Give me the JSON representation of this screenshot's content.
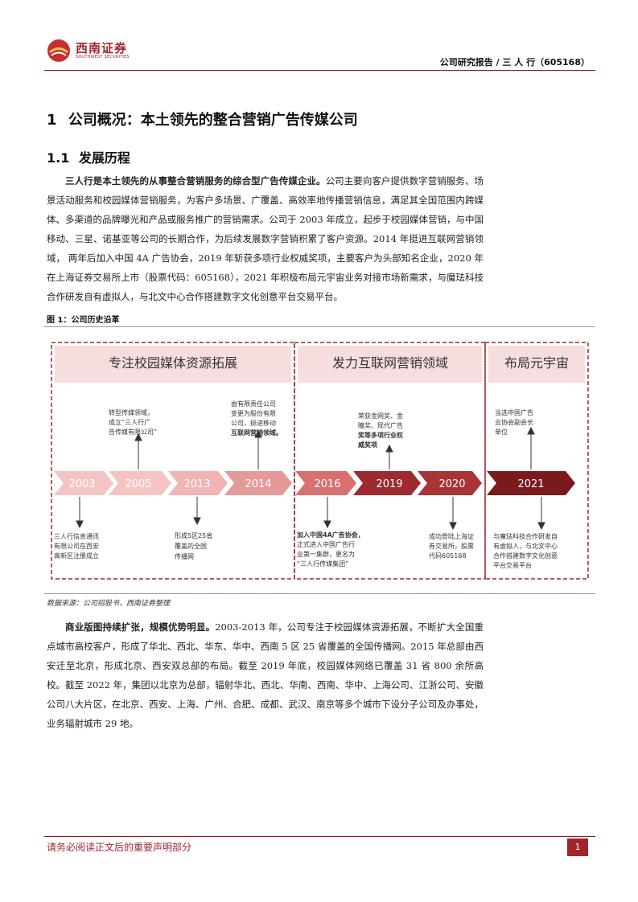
{
  "header": {
    "logo_cn": "西南证券",
    "logo_en": "SOUTHWEST SECURITIES",
    "report_title": "公司研究报告 / 三 人 行（605168）"
  },
  "section": {
    "number": "1",
    "title": "公司概况：本土领先的整合营销广告传媒公司"
  },
  "subsection": {
    "number": "1.1",
    "title": "发展历程"
  },
  "para1": {
    "bold": "三人行是本土领先的从事整合营销服务的综合型广告传媒企业。",
    "text": "公司主要向客户提供数字营销服务、场景活动服务和校园媒体营销服务，为客户多场景、广覆盖、高效率地传播营销信息，满足其全国范围内跨媒体、多渠道的品牌曝光和产品或服务推广的营销需求。公司于 2003 年成立，起步于校园媒体营销，与中国移动、三星、诺基亚等公司的长期合作，为后续发展数字营销积累了客户资源。2014 年挺进互联网营销领域， 两年后加入中国 4A 广告协会，2019 年斩获多项行业权威奖项，主要客户为头部知名企业，2020 年在上海证券交易所上市（股票代码：605168），2021 年积极布局元宇宙业务对接市场新需求，与魔珐科技合作研发自有虚拟人，与北文中心合作搭建数字文化创意平台交易平台。"
  },
  "figure": {
    "title": "图 1：公司历史沿革",
    "source": "数据来源：公司招股书，西南证券整理",
    "phases": [
      "专注校园媒体资源拓展",
      "发力互联网营销领域",
      "布局元宇宙"
    ],
    "years": [
      "2003",
      "2005",
      "2013",
      "2014",
      "2016",
      "2019",
      "2020",
      "2021"
    ],
    "above": {
      "y2005": [
        "转型传媒领域，",
        "成立“三人行广",
        "告传媒有限公司”"
      ],
      "y2014": [
        "由有限责任公司",
        "变更为股份有限",
        "公司，挺进移动",
        "互联网营销领域。"
      ],
      "y2019": [
        "荣获金网奖、金",
        "瞳奖、现代广告",
        "奖等多项行业权",
        "威奖项"
      ],
      "y2021": [
        "当选中国广告",
        "业协会副会长",
        "单位"
      ]
    },
    "below": {
      "y2003": [
        "三人行信息通讯",
        "有限公司在西安",
        "高新区注册成立"
      ],
      "y2013": [
        "形成5区25省",
        "覆盖的全国",
        "传播网"
      ],
      "y2016": [
        "加入中国4A广告协会，",
        "正式进入中国广告行",
        "业第一集群，更名为",
        "“三人行传媒集团”"
      ],
      "y2020": [
        "成功登陆上海证",
        "券交易所，股票",
        "代码605168"
      ],
      "y2021": [
        "与魔珐科技合作研发自",
        "有虚拟人，与北文中心",
        "合作搭建数字文化创意",
        "平台交易平台"
      ]
    }
  },
  "para2": {
    "bold": "商业版图持续扩张，规模优势明显。",
    "text": "2003-2013 年，公司专注于校园媒体资源拓展，不断扩大全国重点城市高校客户，形成了华北、西北、华东、华中、西南 5 区 25 省覆盖的全国传播网。2015 年总部由西安迁至北京，形成北京、西安双总部的布局。截至 2019 年底，校园媒体网络已覆盖 31 省 800 余所高校。截至 2022 年，集团以北京为总部，辐射华北、西北、华南、西南、华中、上海公司、江浙公司、安徽公司八大片区，在北京、西安、上海、广州、合肥、成都、武汉、南京等多个城市下设分子公司及办事处，业务辐射城市 29 地。"
  },
  "footer": {
    "disclaimer": "请务必阅读正文后的重要声明部分",
    "page": "1"
  },
  "colors": {
    "brand": "#a0262b",
    "phase_bg": "#f6dede",
    "chevron_light": "#f4c4c4",
    "chevron_mid": "#e59a9a",
    "chevron_dark": "#9c2a2e",
    "chevron_darkest": "#7a1a1d"
  }
}
